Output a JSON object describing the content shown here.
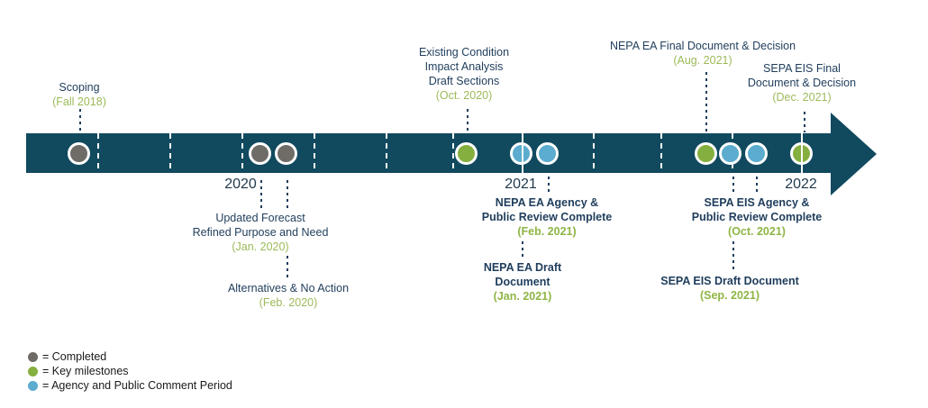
{
  "colors": {
    "bar": "#114A5F",
    "completed_gray": "#6F6C68",
    "milestone_green": "#85AF3E",
    "comment_blue": "#5BACCE",
    "label_navy": "#1F3D5C",
    "date_green": "#9CBA58",
    "date_green_bold": "#8FB545",
    "year_text": "#1F3A4D"
  },
  "years": [
    {
      "label": "2020"
    },
    {
      "label": "2021"
    },
    {
      "label": "2022"
    }
  ],
  "events_above": [
    {
      "lines": [
        "Scoping"
      ],
      "date": "(Fall 2018)"
    },
    {
      "lines": [
        "Existing Condition",
        "Impact Analysis",
        "Draft Sections"
      ],
      "date": "(Oct. 2020)"
    },
    {
      "lines": [
        "NEPA EA Final Document & Decision"
      ],
      "date": "(Aug. 2021)"
    },
    {
      "lines": [
        "SEPA EIS Final",
        "Document & Decision"
      ],
      "date": "(Dec. 2021)"
    }
  ],
  "events_below": [
    {
      "lines": [
        "Updated Forecast",
        "Refined Purpose and Need"
      ],
      "date": "(Jan. 2020)"
    },
    {
      "lines": [
        "Alternatives & No Action"
      ],
      "date": "(Feb. 2020)"
    },
    {
      "lines": [
        "NEPA EA Agency &",
        "Public Review Complete"
      ],
      "date": "(Feb. 2021)"
    },
    {
      "lines": [
        "NEPA EA Draft",
        "Document"
      ],
      "date": "(Jan. 2021)"
    },
    {
      "lines": [
        "SEPA EIS Agency &",
        "Public Review Complete"
      ],
      "date": "(Oct. 2021)"
    },
    {
      "lines": [
        "SEPA EIS Draft Document"
      ],
      "date": "(Sep. 2021)"
    }
  ],
  "milestones": [
    {
      "status": "completed",
      "event": "Scoping",
      "date": "Fall 2018"
    },
    {
      "status": "completed",
      "event": "Updated Forecast Refined Purpose and Need",
      "date": "Jan. 2020"
    },
    {
      "status": "completed",
      "event": "Alternatives & No Action",
      "date": "Feb. 2020"
    },
    {
      "status": "key-milestone",
      "event": "Existing Condition Impact Analysis Draft Sections",
      "date": "Oct. 2020"
    },
    {
      "status": "comment-period",
      "event": "NEPA EA Draft Document",
      "date": "Jan. 2021"
    },
    {
      "status": "comment-period",
      "event": "NEPA EA Agency & Public Review Complete",
      "date": "Feb. 2021"
    },
    {
      "status": "key-milestone",
      "event": "NEPA EA Final Document & Decision",
      "date": "Aug. 2021"
    },
    {
      "status": "comment-period",
      "event": "SEPA EIS Draft Document",
      "date": "Sep. 2021"
    },
    {
      "status": "comment-period",
      "event": "SEPA EIS Agency & Public Review Complete",
      "date": "Oct. 2021"
    },
    {
      "status": "key-milestone",
      "event": "SEPA EIS Final Document & Decision",
      "date": "Dec. 2021"
    }
  ],
  "legend": {
    "items": [
      {
        "swatch": "gray",
        "label": "= Completed"
      },
      {
        "swatch": "green",
        "label": "= Key milestones"
      },
      {
        "swatch": "blue",
        "label": "= Agency and Public Comment Period"
      }
    ]
  }
}
